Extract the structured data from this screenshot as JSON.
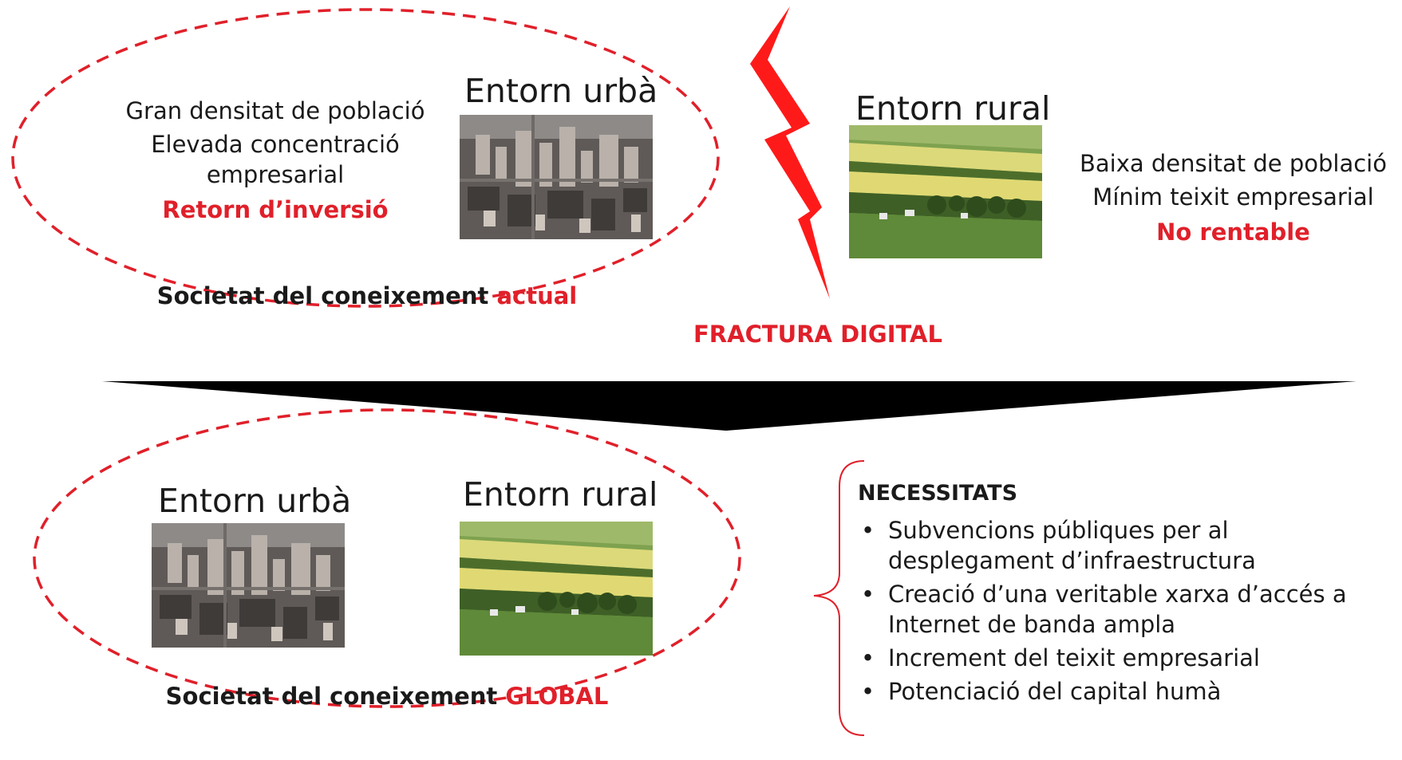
{
  "top": {
    "urban": {
      "title": "Entorn urbà",
      "lines": [
        "Gran densitat de població",
        "Elevada concentració",
        "empresarial"
      ],
      "highlight": "Retorn d’inversió",
      "caption_prefix": "Societat del coneixement",
      "caption_highlight": "actual"
    },
    "rural": {
      "title": "Entorn rural",
      "lines": [
        "Baixa densitat de població",
        "Mínim teixit empresarial"
      ],
      "highlight": "No rentable"
    },
    "fracture_label": "FRACTURA DIGITAL"
  },
  "bottom": {
    "urban_title": "Entorn urbà",
    "rural_title": "Entorn rural",
    "caption_prefix": "Societat del coneixement",
    "caption_highlight": "GLOBAL",
    "needs": {
      "heading": "NECESSITATS",
      "items": [
        [
          "Subvencions públiques per al",
          "desplegament d’infraestructura"
        ],
        [
          "Creació d’una veritable xarxa d’accés a",
          "Internet de banda ampla"
        ],
        [
          "Increment del teixit empresarial"
        ],
        [
          "Potenciació del capital humà"
        ]
      ]
    }
  },
  "colors": {
    "accent_red": "#e0202a",
    "divider": "#000000"
  }
}
